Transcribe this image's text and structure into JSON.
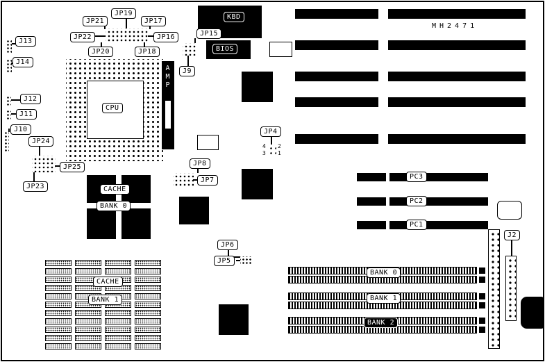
{
  "board": {
    "model": "MH2471"
  },
  "colors": {
    "ink": "#000000",
    "paper": "#ffffff"
  },
  "labels": {
    "jp21": "JP21",
    "jp19": "JP19",
    "jp17": "JP17",
    "jp22": "JP22",
    "jp16": "JP16",
    "jp20": "JP20",
    "jp18": "JP18",
    "jp15": "JP15",
    "kbd": "KBD",
    "bios": "BIOS",
    "j13": "J13",
    "j14": "J14",
    "j12": "J12",
    "j11": "J11",
    "j10": "J10",
    "j9": "J9",
    "j2": "J2",
    "jp24": "JP24",
    "jp25": "JP25",
    "jp23": "JP23",
    "jp8": "JP8",
    "jp7": "JP7",
    "jp4": "JP4",
    "jp6": "JP6",
    "jp5": "JP5",
    "cpu": "CPU",
    "amp": "AMP",
    "cache_top": "CACHE",
    "bank0_top": "BANK 0",
    "cache_bottom": "CACHE",
    "bank1_bottom": "BANK 1",
    "pc3": "PC3",
    "pc2": "PC2",
    "pc1": "PC1",
    "simm_bank0": "BANK 0",
    "simm_bank1": "BANK 1",
    "simm_bank2": "BANK 2"
  },
  "jp4_pins": {
    "n4": "4",
    "n2": "2",
    "n3": "3",
    "n1": "1"
  }
}
